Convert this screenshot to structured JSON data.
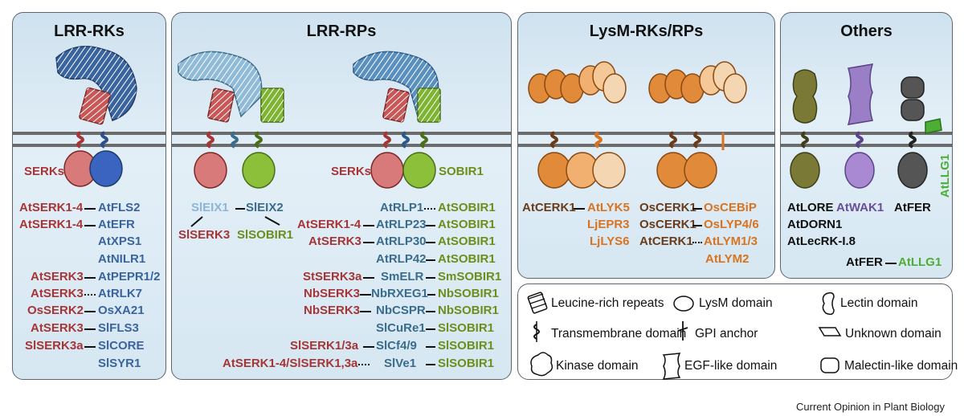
{
  "panels": {
    "lrr_rks": {
      "title": "LRR-RKs"
    },
    "lrr_rps": {
      "title": "LRR-RPs"
    },
    "lysm": {
      "title": "LysM-RKs/RPs"
    },
    "others": {
      "title": "Others"
    }
  },
  "lrr_rks": {
    "serks_label": "SERKs",
    "pairs": [
      {
        "left": "AtSERK1-4",
        "right": "AtFLS2"
      },
      {
        "left": "AtSERK1-4",
        "right": "AtEFR"
      },
      {
        "left": "",
        "right": "AtXPS1"
      },
      {
        "left": "",
        "right": "AtNILR1"
      },
      {
        "left": "AtSERK3",
        "right": "AtPEPR1/2"
      },
      {
        "left": "AtSERK3",
        "right": "AtRLK7"
      },
      {
        "left": "OsSERK2",
        "right": "OsXA21"
      },
      {
        "left": "AtSERK3",
        "right": "SlFLS3"
      },
      {
        "left": "SlSERK3a",
        "right": "SlCORE"
      },
      {
        "left": "",
        "right": "SlSYR1"
      }
    ]
  },
  "lrr_rps": {
    "eix1": "SlEIX1",
    "eix2": "SlEIX2",
    "serk3": "SlSERK3",
    "sobir1_left": "SlSOBIR1",
    "serks_label": "SERKs",
    "sobir1_label": "SOBIR1",
    "rows": [
      {
        "left": "",
        "mid": "AtRLP1",
        "right": "AtSOBIR1"
      },
      {
        "left": "AtSERK1-4",
        "mid": "AtRLP23",
        "right": "AtSOBIR1"
      },
      {
        "left": "AtSERK3",
        "mid": "AtRLP30",
        "right": "AtSOBIR1"
      },
      {
        "left": "",
        "mid": "AtRLP42",
        "right": "AtSOBIR1"
      },
      {
        "left": "StSERK3a",
        "mid": "SmELR",
        "right": "SmSOBIR1"
      },
      {
        "left": "NbSERK3",
        "mid": "NbRXEG1",
        "right": "NbSOBIR1"
      },
      {
        "left": "NbSERK3",
        "mid": "NbCSPR",
        "right": "NbSOBIR1"
      },
      {
        "left": "",
        "mid": "SlCuRe1",
        "right": "SlSOBIR1"
      },
      {
        "left": "SlSERK1/3a",
        "mid": "SlCf4/9",
        "right": "SlSOBIR1"
      },
      {
        "left": "AtSERK1-4/SlSERK1,3a",
        "mid": "SlVe1",
        "right": "SlSOBIR1"
      }
    ]
  },
  "lysm": {
    "col1": [
      {
        "left": "AtCERK1",
        "right": "AtLYK5"
      },
      {
        "left": "",
        "right": "LjEPR3"
      },
      {
        "left": "",
        "right": "LjLYS6"
      }
    ],
    "col2": [
      {
        "left": "OsCERK1",
        "right": "OsCEBiP"
      },
      {
        "left": "OsCERK1",
        "right": "OsLYP4/6"
      },
      {
        "left": "AtCERK1",
        "right": "AtLYM1/3"
      },
      {
        "left": "",
        "right": "AtLYM2"
      }
    ]
  },
  "others": {
    "lore": "AtLORE",
    "wak1": "AtWAK1",
    "fer": "AtFER",
    "llg1_vertical": "AtLLG1",
    "dorn1": "AtDORN1",
    "lecrk": "AtLecRK-I.8",
    "fer2": "AtFER",
    "llg1": "AtLLG1"
  },
  "legend": {
    "lrr": "Leucine-rich repeats",
    "lysm": "LysM domain",
    "lectin": "Lectin domain",
    "tm": "Transmembrane domain",
    "gpi": "GPI anchor",
    "unknown": "Unknown domain",
    "kinase": "Kinase domain",
    "egf": "EGF-like domain",
    "malectin": "Malectin-like domain"
  },
  "footer": "Current Opinion in Plant Biology",
  "colors": {
    "serk_red": "#a73535",
    "rk_blue": "#3a64a0",
    "sobir_green": "#6d8e1a",
    "lysm_orange": "#d9731f",
    "others_brightgreen": "#4cae35"
  }
}
